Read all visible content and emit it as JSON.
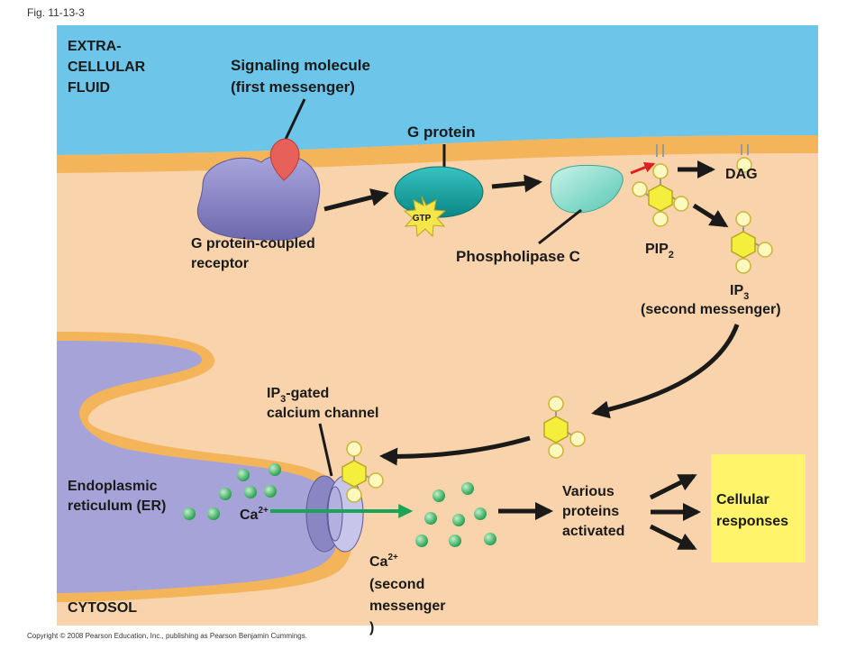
{
  "figure": {
    "fig_label": "Fig. 11-13-3",
    "copyright": "Copyright © 2008 Pearson Education, Inc., publishing as Pearson Benjamin Cummings."
  },
  "regions": {
    "extracellular": [
      "EXTRA-",
      "CELLULAR",
      "FLUID"
    ],
    "cytosol": "CYTOSOL"
  },
  "labels": {
    "signaling_molecule": [
      "Signaling molecule",
      "(first messenger)"
    ],
    "g_protein": "G protein",
    "gtp": "GTP",
    "receptor": [
      "G protein-coupled",
      "receptor"
    ],
    "phospholipase": "Phospholipase C",
    "pip2_base": "PIP",
    "pip2_sub": "2",
    "dag": "DAG",
    "ip3_base": "IP",
    "ip3_sub": "3",
    "ip3_note": "(second messenger)",
    "channel_base": "IP",
    "channel_sub": "3",
    "channel_rest": "-gated",
    "channel_line2": "calcium channel",
    "er": [
      "Endoplasmic",
      "reticulum (ER)"
    ],
    "ca_inside_base": "Ca",
    "ca_inside_sup": "2+",
    "ca_out_base": "Ca",
    "ca_out_sup": "2+",
    "ca_out_lines": [
      "(second",
      "messenger",
      ")"
    ],
    "various": [
      "Various",
      "proteins",
      "activated"
    ],
    "responses": [
      "Cellular",
      "responses"
    ]
  },
  "colors": {
    "extracellular": "#6dc6ea",
    "membrane": "#f4b45a",
    "cytosol": "#f8d3ab",
    "er": "#a6a3d8",
    "receptor": "#8a86c4",
    "signal": "#e8605a",
    "gprotein": "#1aa7a7",
    "plc": "#8fe0d0",
    "gtp_star": "#f7e64a",
    "ip3": "#f4ee3c",
    "calcium": "#37b860",
    "responses_box": "#fff46a",
    "arrow": "#1a1a1a",
    "red_arrow": "#e02020",
    "green_arrow": "#1aa455"
  }
}
